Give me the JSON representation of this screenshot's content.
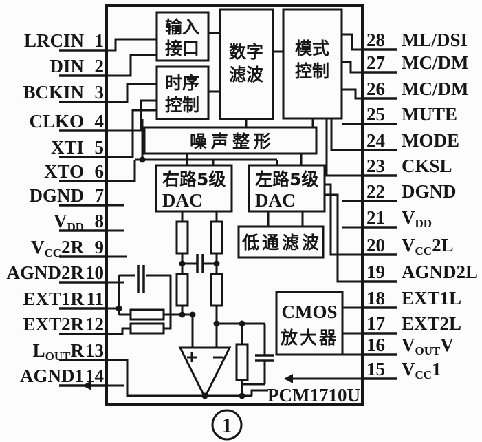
{
  "figure": {
    "part_number": "PCM1710U",
    "figure_number": "1"
  },
  "blocks": {
    "input_interface": {
      "line1": "输入",
      "line2": "接口"
    },
    "timing_control": {
      "line1": "时序",
      "line2": "控制"
    },
    "digital_filter": {
      "line1": "数字",
      "line2": "滤波"
    },
    "mode_control": {
      "line1": "模式",
      "line2": "控制"
    },
    "noise_shaper": {
      "line1": "噪声整形"
    },
    "right_dac": {
      "line1": "右路5级",
      "line2": "DAC"
    },
    "left_dac": {
      "line1": "左路5级",
      "line2": "DAC"
    },
    "lowpass_filter": {
      "line1": "低通滤波"
    },
    "cmos_amplifier": {
      "line1": "CMOS",
      "line2": "放大器"
    }
  },
  "pins": {
    "left": [
      {
        "num": "1",
        "label": "LRCIN"
      },
      {
        "num": "2",
        "label": "DIN"
      },
      {
        "num": "3",
        "label": "BCKIN"
      },
      {
        "num": "4",
        "label": "CLKO"
      },
      {
        "num": "5",
        "label": "XTI"
      },
      {
        "num": "6",
        "label": "XTO"
      },
      {
        "num": "7",
        "label": "DGND"
      },
      {
        "num": "8",
        "label": "V_{DD}"
      },
      {
        "num": "9",
        "label": "V_{CC}2R"
      },
      {
        "num": "10",
        "label": "AGND2R"
      },
      {
        "num": "11",
        "label": "EXT1R"
      },
      {
        "num": "12",
        "label": "EXT2R"
      },
      {
        "num": "13",
        "label": "L_{OUT}R"
      },
      {
        "num": "14",
        "label": "AGND1"
      }
    ],
    "right": [
      {
        "num": "28",
        "label": "ML/DSI"
      },
      {
        "num": "27",
        "label": "MC/DM"
      },
      {
        "num": "26",
        "label": "MC/DM"
      },
      {
        "num": "25",
        "label": "MUTE"
      },
      {
        "num": "24",
        "label": "MODE"
      },
      {
        "num": "23",
        "label": "CKSL"
      },
      {
        "num": "22",
        "label": "DGND"
      },
      {
        "num": "21",
        "label": "V_{DD}"
      },
      {
        "num": "20",
        "label": "V_{CC}2L"
      },
      {
        "num": "19",
        "label": "AGND2L"
      },
      {
        "num": "18",
        "label": "EXT1L"
      },
      {
        "num": "17",
        "label": "EXT2L"
      },
      {
        "num": "16",
        "label": "V_{OUT}V"
      },
      {
        "num": "15",
        "label": "V_{CC}1"
      }
    ]
  },
  "colors": {
    "ink": "#161616",
    "paper": "#fcfcfc"
  }
}
